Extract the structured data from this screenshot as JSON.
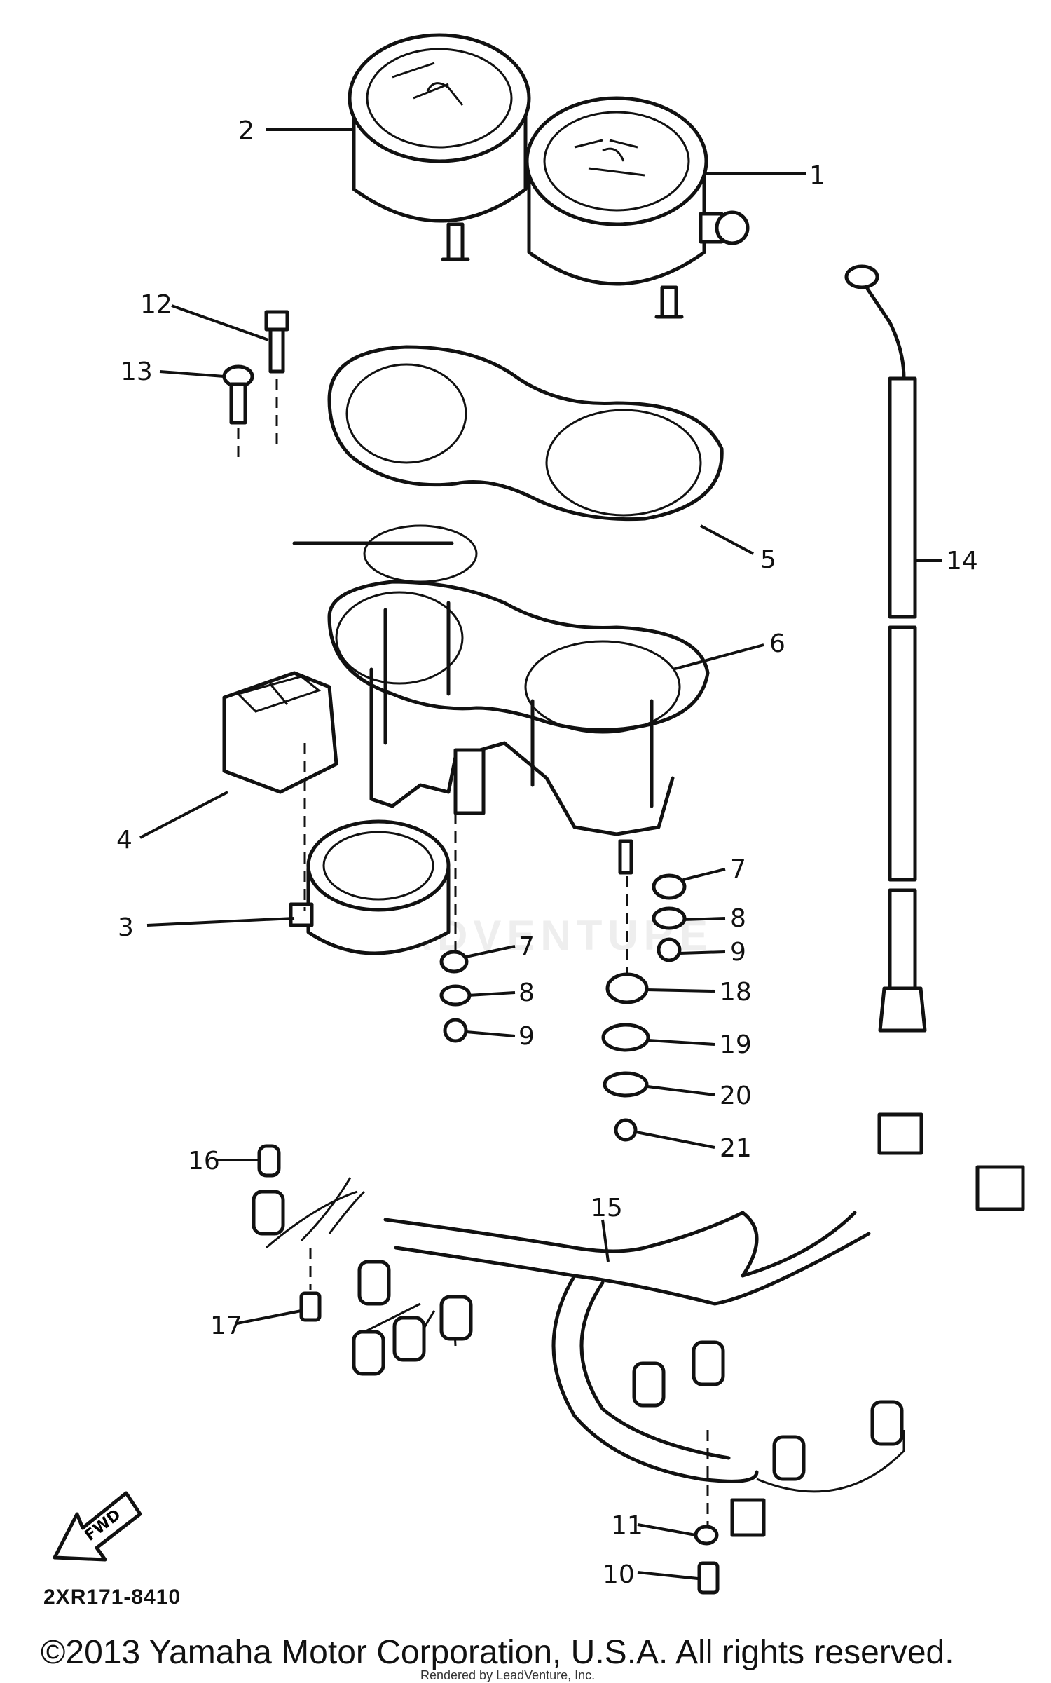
{
  "watermark": "LEADVENTURE",
  "diagram_code": "2XR171-8410",
  "copyright": "©2013 Yamaha Motor Corporation, U.S.A. All rights reserved.",
  "rendered_by": "Rendered by LeadVenture, Inc.",
  "fwd_label": "FWD",
  "callouts": {
    "c1": "1",
    "c2": "2",
    "c3": "3",
    "c4": "4",
    "c5": "5",
    "c6": "6",
    "c7a": "7",
    "c7b": "7",
    "c8a": "8",
    "c8b": "8",
    "c9a": "9",
    "c9b": "9",
    "c10": "10",
    "c11": "11",
    "c12": "12",
    "c13": "13",
    "c14": "14",
    "c15": "15",
    "c16": "16",
    "c17": "17",
    "c18": "18",
    "c19": "19",
    "c20": "20",
    "c21": "21"
  },
  "colors": {
    "ink": "#111111",
    "paper": "#ffffff",
    "watermark": "#eeeeee"
  }
}
